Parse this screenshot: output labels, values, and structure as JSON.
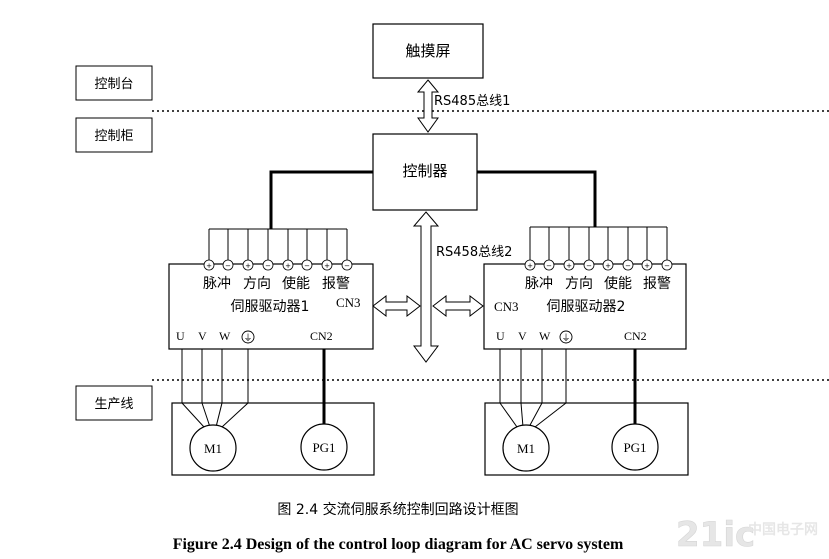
{
  "zones": {
    "console": "控制台",
    "cabinet": "控制柜",
    "line": "生产线"
  },
  "nodes": {
    "touchscreen": "触摸屏",
    "controller": "控制器",
    "drive1_title": "伺服驱动器1",
    "drive2_title": "伺服驱动器2"
  },
  "buses": {
    "bus1": "RS485总线1",
    "bus2": "RS458总线2"
  },
  "drive_signals": [
    "脉冲",
    "方向",
    "使能",
    "报警"
  ],
  "terminal_signs": [
    "+",
    "−",
    "+",
    "−",
    "+",
    "−",
    "+",
    "−"
  ],
  "ports": {
    "cn3": "CN3",
    "cn2": "CN2",
    "u": "U",
    "v": "V",
    "w": "W",
    "ground": "⏚"
  },
  "motors": {
    "m1": "M1",
    "pg1": "PG1"
  },
  "captions": {
    "cn": "图 2.4  交流伺服系统控制回路设计框图",
    "en": "Figure 2.4 Design of the control loop diagram for AC servo system"
  },
  "watermark": {
    "text1": "21ic",
    "text2": "中国电子网"
  }
}
